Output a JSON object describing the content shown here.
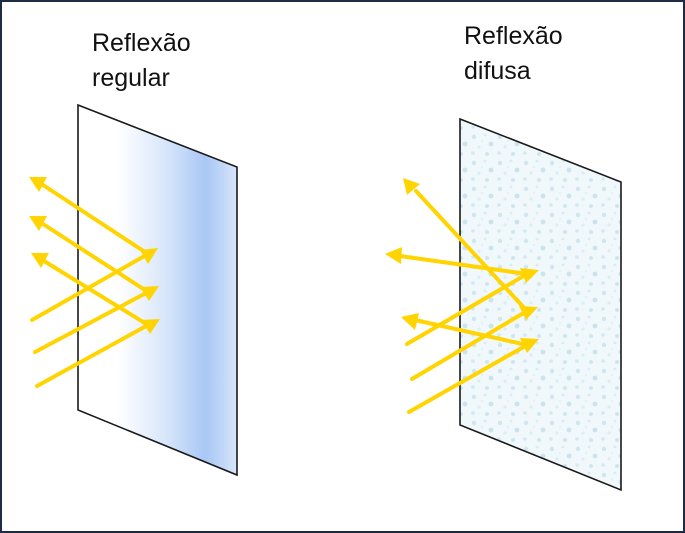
{
  "panels": {
    "regular": {
      "title_line1": "Reflexão",
      "title_line2": "regular"
    },
    "diffuse": {
      "title_line1": "Reflexão",
      "title_line2": "difusa"
    }
  },
  "colors": {
    "ray": "#ffd400",
    "surface_outline": "#1a1a1a",
    "mirror_gradient_light": "#ffffff",
    "mirror_gradient_blue": "#a9c8f5",
    "diffuse_fill": "#eef6fa",
    "diffuse_speckle": "#cfe7ef",
    "frame": "#1f2a44"
  }
}
